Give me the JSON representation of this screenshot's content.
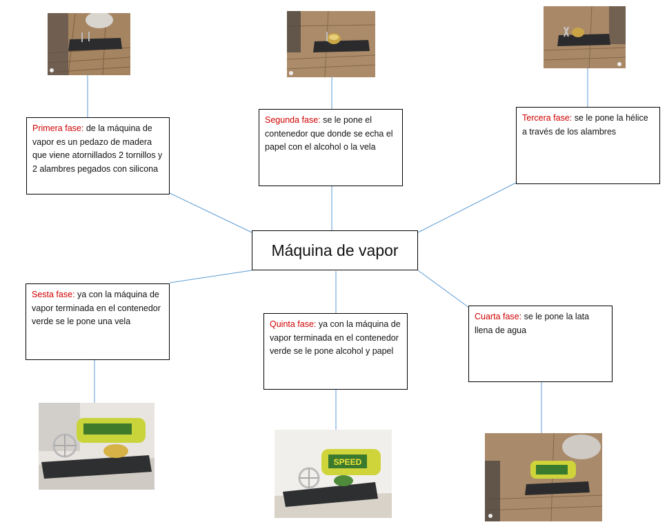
{
  "center": {
    "title": "Máquina de vapor"
  },
  "phases": [
    {
      "name": "Primera fase:",
      "text": " de la máquina de vapor es un pedazo de madera que viene atornillados 2 tornillos y 2 alambres pegados con silicona"
    },
    {
      "name": "Segunda fase:",
      "text": " se le pone el contenedor que donde se echa el papel con el alcohol o la vela"
    },
    {
      "name": "Tercera fase:",
      "text": " se le pone la hélice a través de los alambres"
    },
    {
      "name": "Cuarta fase:",
      "text": " se le pone la lata llena de agua"
    },
    {
      "name": "Quinta  fase:",
      "text": " ya con la máquina de vapor  terminada en el contenedor verde se le pone alcohol y papel"
    },
    {
      "name": "Sesta fase:",
      "text": " ya con la máquina de vapor  terminada en el contenedor verde se le pone una vela"
    }
  ],
  "photos": {
    "can_label": "SPEED"
  },
  "colors": {
    "connector": "#5b9bd5",
    "phase_label": "#d00000",
    "border": "#000000"
  }
}
